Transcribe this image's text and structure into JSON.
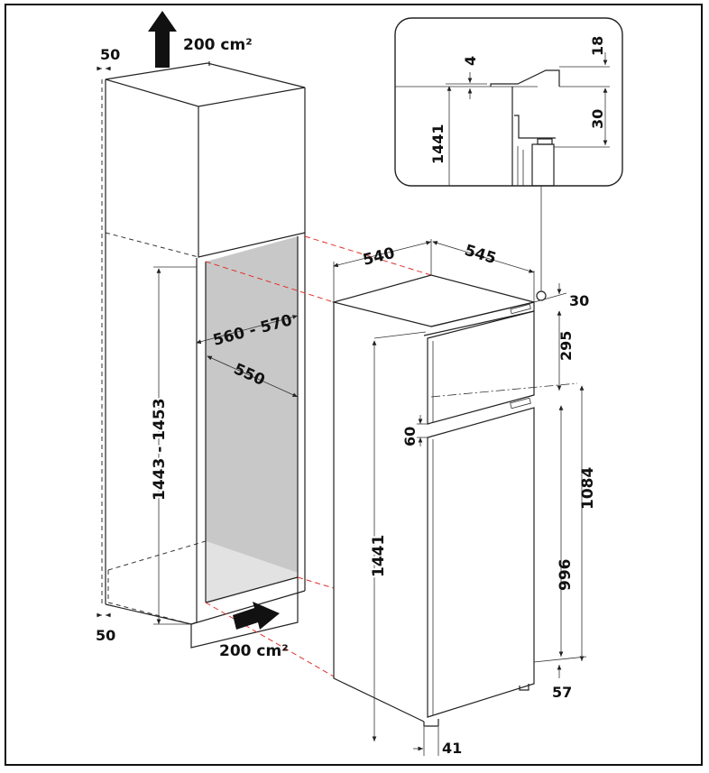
{
  "colors": {
    "niche": "#c8c8c8",
    "niche_floor": "#e2e2e2",
    "red_guides": "#e0302c",
    "line": "#222222"
  },
  "cabinet": {
    "top_gap": "50",
    "ventilation_top": "200 cm²",
    "ventilation_bottom": "200 cm²",
    "bottom_gap": "50",
    "niche_height": "1443 - 1453",
    "niche_width": "560 - 570",
    "niche_depth": "550"
  },
  "appliance": {
    "width": "540",
    "depth": "545",
    "top_gap": "30",
    "upper_door": "295",
    "door_gap": "60",
    "height": "1441",
    "lower_section": "1084",
    "lower_door": "996",
    "plinth": "57",
    "bottom_offset": "41"
  },
  "detail": {
    "offset_a": "4",
    "offset_b": "18",
    "offset_c": "30",
    "height": "1441"
  }
}
